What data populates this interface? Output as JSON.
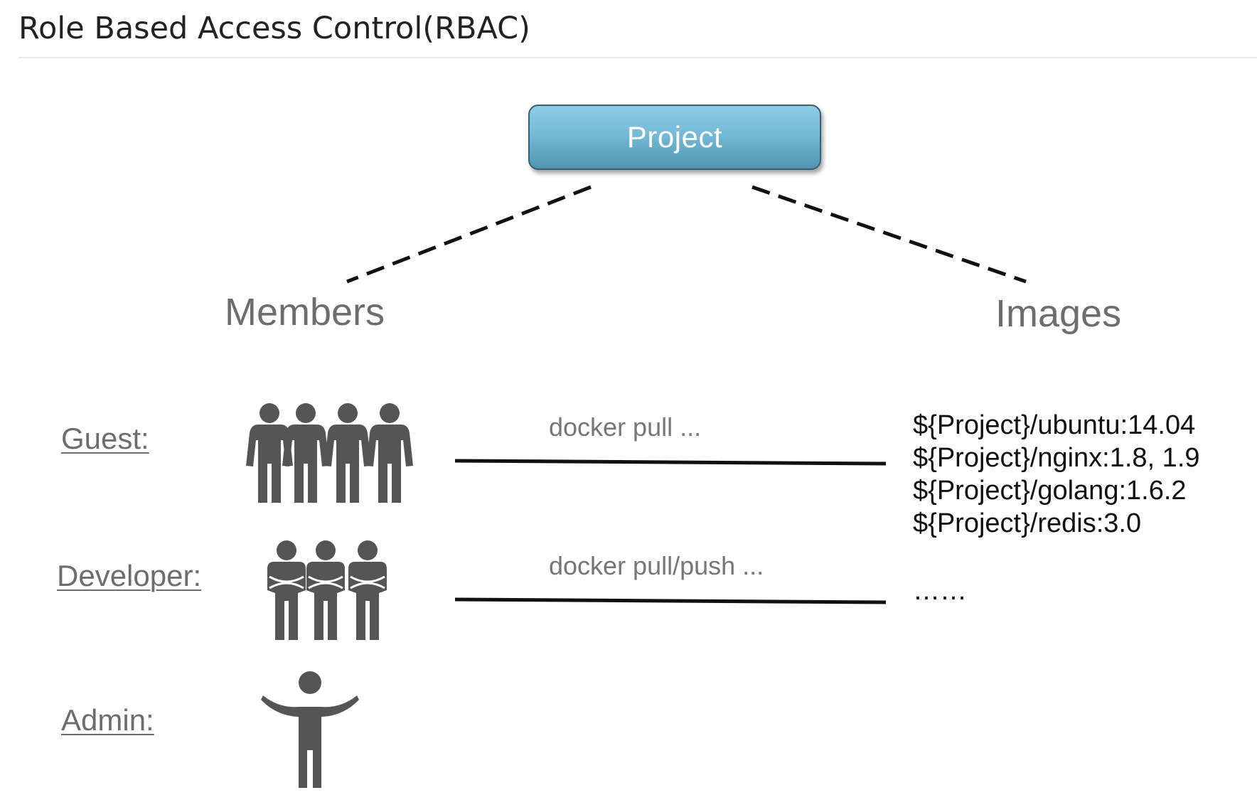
{
  "title": "Role Based Access Control(RBAC)",
  "project": {
    "label": "Project"
  },
  "sections": {
    "members": "Members",
    "images": "Images"
  },
  "roles": {
    "guest": {
      "label": "Guest:",
      "icon": "group-of-four-people-icon"
    },
    "developer": {
      "label": "Developer:",
      "icon": "group-of-three-people-arms-crossed-icon"
    },
    "admin": {
      "label": "Admin:",
      "icon": "single-person-arms-open-icon"
    }
  },
  "operations": {
    "guest": "docker pull ...",
    "developer": "docker pull/push ..."
  },
  "images": {
    "items": [
      "${Project}/ubuntu:14.04",
      "${Project}/nginx:1.8,  1.9",
      "${Project}/golang:1.6.2",
      "${Project}/redis:3.0"
    ],
    "more": "……"
  },
  "colors": {
    "project_fill": "#71b8d6",
    "icon_fill": "#555555",
    "label_gray": "#6d6d6d"
  }
}
